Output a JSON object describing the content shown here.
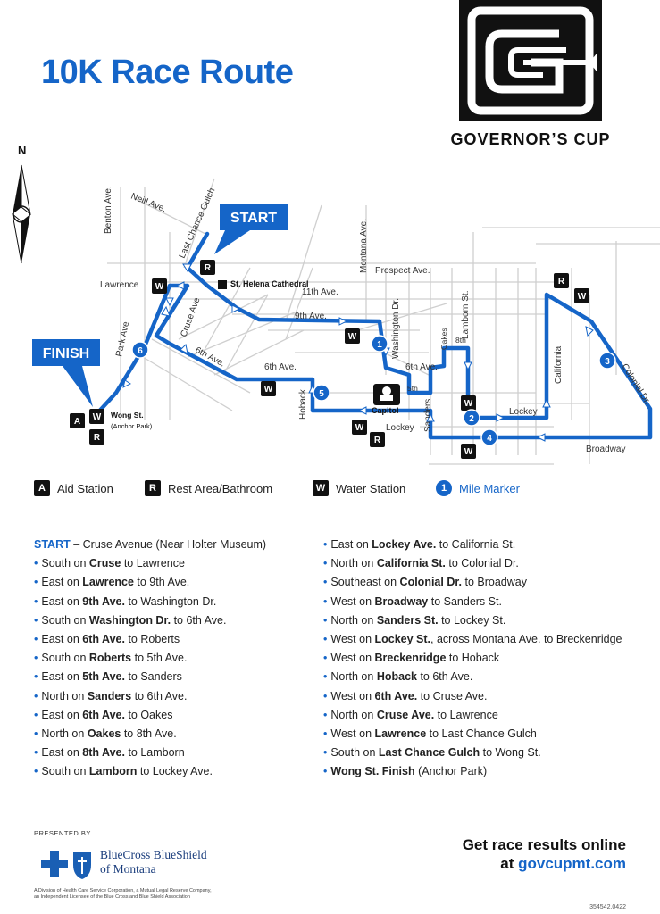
{
  "title": "10K Race Route",
  "event_logo_text": "GOVERNOR’S CUP",
  "colors": {
    "accent": "#1565c8",
    "dark": "#111111",
    "street": "#c8c8c8"
  },
  "map": {
    "north_label": "N",
    "start_label": "START",
    "finish_label": "FINISH",
    "streets": [
      "Benton Ave.",
      "Neill Ave.",
      "Last Chance Gulch",
      "Montana Ave.",
      "Prospect Ave.",
      "Lamborn St.",
      "Lawrence",
      "11th Ave.",
      "9th Ave.",
      "Park Ave",
      "Cruse Ave",
      "6th Ave.",
      "6th Ave.",
      "6th Ave.",
      "Washington Dr.",
      "Oakes",
      "8th",
      "5th",
      "Hoback",
      "Sanders",
      "Lockey",
      "Lockey",
      "Broadway",
      "California",
      "Colonial Dr."
    ],
    "landmarks": [
      "St. Helena Cathedral",
      "Capitol",
      "Wong St.",
      "(Anchor Park)"
    ],
    "mile_markers": [
      "1",
      "2",
      "3",
      "4",
      "5",
      "6"
    ],
    "station_letters": {
      "aid": "A",
      "rest": "R",
      "water": "W"
    }
  },
  "legend": [
    {
      "key": "A",
      "label": "Aid Station",
      "style": "square"
    },
    {
      "key": "R",
      "label": "Rest Area/Bathroom",
      "style": "square"
    },
    {
      "key": "W",
      "label": "Water Station",
      "style": "square"
    },
    {
      "key": "1",
      "label": "Mile Marker",
      "style": "circle"
    }
  ],
  "directions": {
    "start_prefix": "START",
    "start_rest": " – Cruse Avenue (Near Holter Museum)",
    "left": [
      [
        "South on ",
        "Cruse",
        " to Lawrence"
      ],
      [
        "East on ",
        "Lawrence",
        " to 9th Ave."
      ],
      [
        "East on ",
        "9th Ave.",
        " to Washington Dr."
      ],
      [
        "South on ",
        "Washington Dr.",
        " to 6th Ave."
      ],
      [
        "East on ",
        "6th Ave.",
        " to Roberts"
      ],
      [
        "South on ",
        "Roberts",
        " to 5th Ave."
      ],
      [
        "East on ",
        "5th Ave.",
        " to Sanders"
      ],
      [
        "North on ",
        "Sanders",
        " to 6th Ave."
      ],
      [
        "East on ",
        "6th Ave.",
        " to Oakes"
      ],
      [
        "North on ",
        "Oakes",
        " to 8th Ave."
      ],
      [
        "East on ",
        "8th Ave.",
        " to Lamborn"
      ],
      [
        "South on ",
        "Lamborn",
        " to Lockey Ave."
      ]
    ],
    "right": [
      [
        "East on ",
        "Lockey Ave.",
        " to California St."
      ],
      [
        "North on ",
        "California St.",
        " to Colonial Dr."
      ],
      [
        "Southeast on ",
        "Colonial Dr.",
        " to Broadway"
      ],
      [
        "West on ",
        "Broadway",
        " to Sanders St."
      ],
      [
        "North on ",
        "Sanders St.",
        " to Lockey St."
      ],
      [
        "West on ",
        "Lockey St.",
        ", across Montana Ave. to Breckenridge"
      ],
      [
        "West on ",
        "Breckenridge",
        " to Hoback"
      ],
      [
        "North on ",
        "Hoback",
        " to 6th Ave."
      ],
      [
        "West on ",
        "6th Ave.",
        " to Cruse Ave."
      ],
      [
        "North on ",
        "Cruse Ave.",
        " to Lawrence"
      ],
      [
        "West on ",
        "Lawrence",
        " to Last Chance Gulch"
      ],
      [
        "South on ",
        "Last Chance Gulch",
        " to Wong St."
      ],
      [
        "",
        "Wong St. Finish",
        " (Anchor Park)"
      ]
    ]
  },
  "footer": {
    "presented_by": "PRESENTED BY",
    "sponsor_line1": "BlueCross BlueShield",
    "sponsor_line2": "of Montana",
    "fine_print_1": "A Division of Health Care Service Corporation, a Mutual Legal Reserve Company,",
    "fine_print_2": "an Independent Licensee of the Blue Cross and Blue Shield Association",
    "results_line1": "Get race results online",
    "results_line2_prefix": "at ",
    "results_url": "govcupmt.com",
    "doc_code": "354542.0422"
  }
}
